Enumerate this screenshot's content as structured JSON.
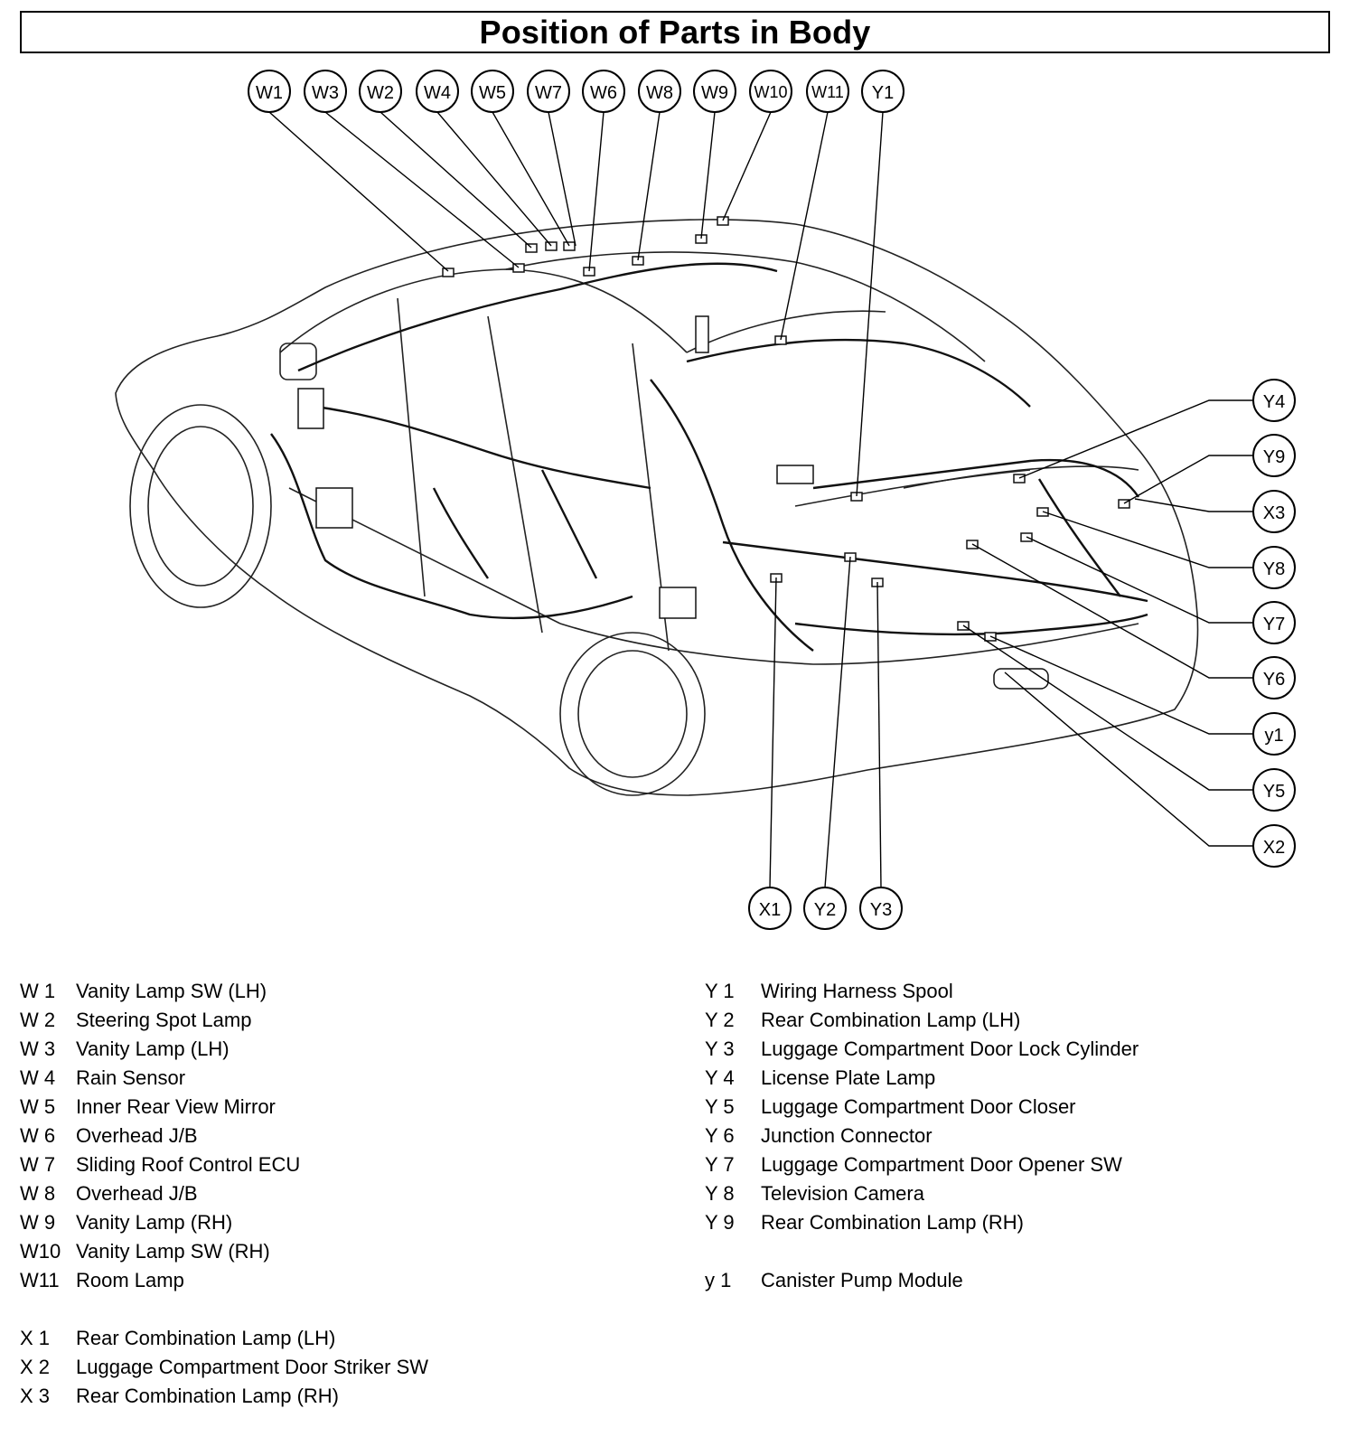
{
  "title": "Position of Parts in Body",
  "callouts": {
    "top": [
      "W1",
      "W3",
      "W2",
      "W4",
      "W5",
      "W7",
      "W6",
      "W8",
      "W9",
      "W10",
      "W11",
      "Y1"
    ],
    "right": [
      "Y4",
      "Y9",
      "X3",
      "Y8",
      "Y7",
      "Y6",
      "y1",
      "Y5",
      "X2"
    ],
    "bottom": [
      "X1",
      "Y2",
      "Y3"
    ]
  },
  "legend": {
    "left": [
      {
        "code": "W 1",
        "label": "Vanity Lamp SW (LH)"
      },
      {
        "code": "W 2",
        "label": "Steering Spot Lamp"
      },
      {
        "code": "W 3",
        "label": "Vanity Lamp (LH)"
      },
      {
        "code": "W 4",
        "label": "Rain Sensor"
      },
      {
        "code": "W 5",
        "label": "Inner Rear View Mirror"
      },
      {
        "code": "W 6",
        "label": "Overhead J/B"
      },
      {
        "code": "W 7",
        "label": "Sliding Roof Control ECU"
      },
      {
        "code": "W 8",
        "label": "Overhead J/B"
      },
      {
        "code": "W 9",
        "label": "Vanity Lamp (RH)"
      },
      {
        "code": "W10",
        "label": "Vanity Lamp SW (RH)"
      },
      {
        "code": "W11",
        "label": "Room Lamp"
      },
      {
        "code": "X 1",
        "label": "Rear Combination Lamp (LH)"
      },
      {
        "code": "X 2",
        "label": "Luggage Compartment Door Striker SW"
      },
      {
        "code": "X 3",
        "label": "Rear Combination Lamp (RH)"
      }
    ],
    "right": [
      {
        "code": "Y 1",
        "label": "Wiring Harness Spool"
      },
      {
        "code": "Y 2",
        "label": "Rear Combination Lamp (LH)"
      },
      {
        "code": "Y 3",
        "label": "Luggage Compartment Door Lock Cylinder"
      },
      {
        "code": "Y 4",
        "label": "License Plate Lamp"
      },
      {
        "code": "Y 5",
        "label": "Luggage Compartment Door Closer"
      },
      {
        "code": "Y 6",
        "label": "Junction Connector"
      },
      {
        "code": "Y 7",
        "label": "Luggage Compartment Door Opener SW"
      },
      {
        "code": "Y 8",
        "label": "Television Camera"
      },
      {
        "code": "Y 9",
        "label": "Rear Combination Lamp (RH)"
      },
      {
        "code": "y 1",
        "label": "Canister Pump Module"
      }
    ]
  }
}
